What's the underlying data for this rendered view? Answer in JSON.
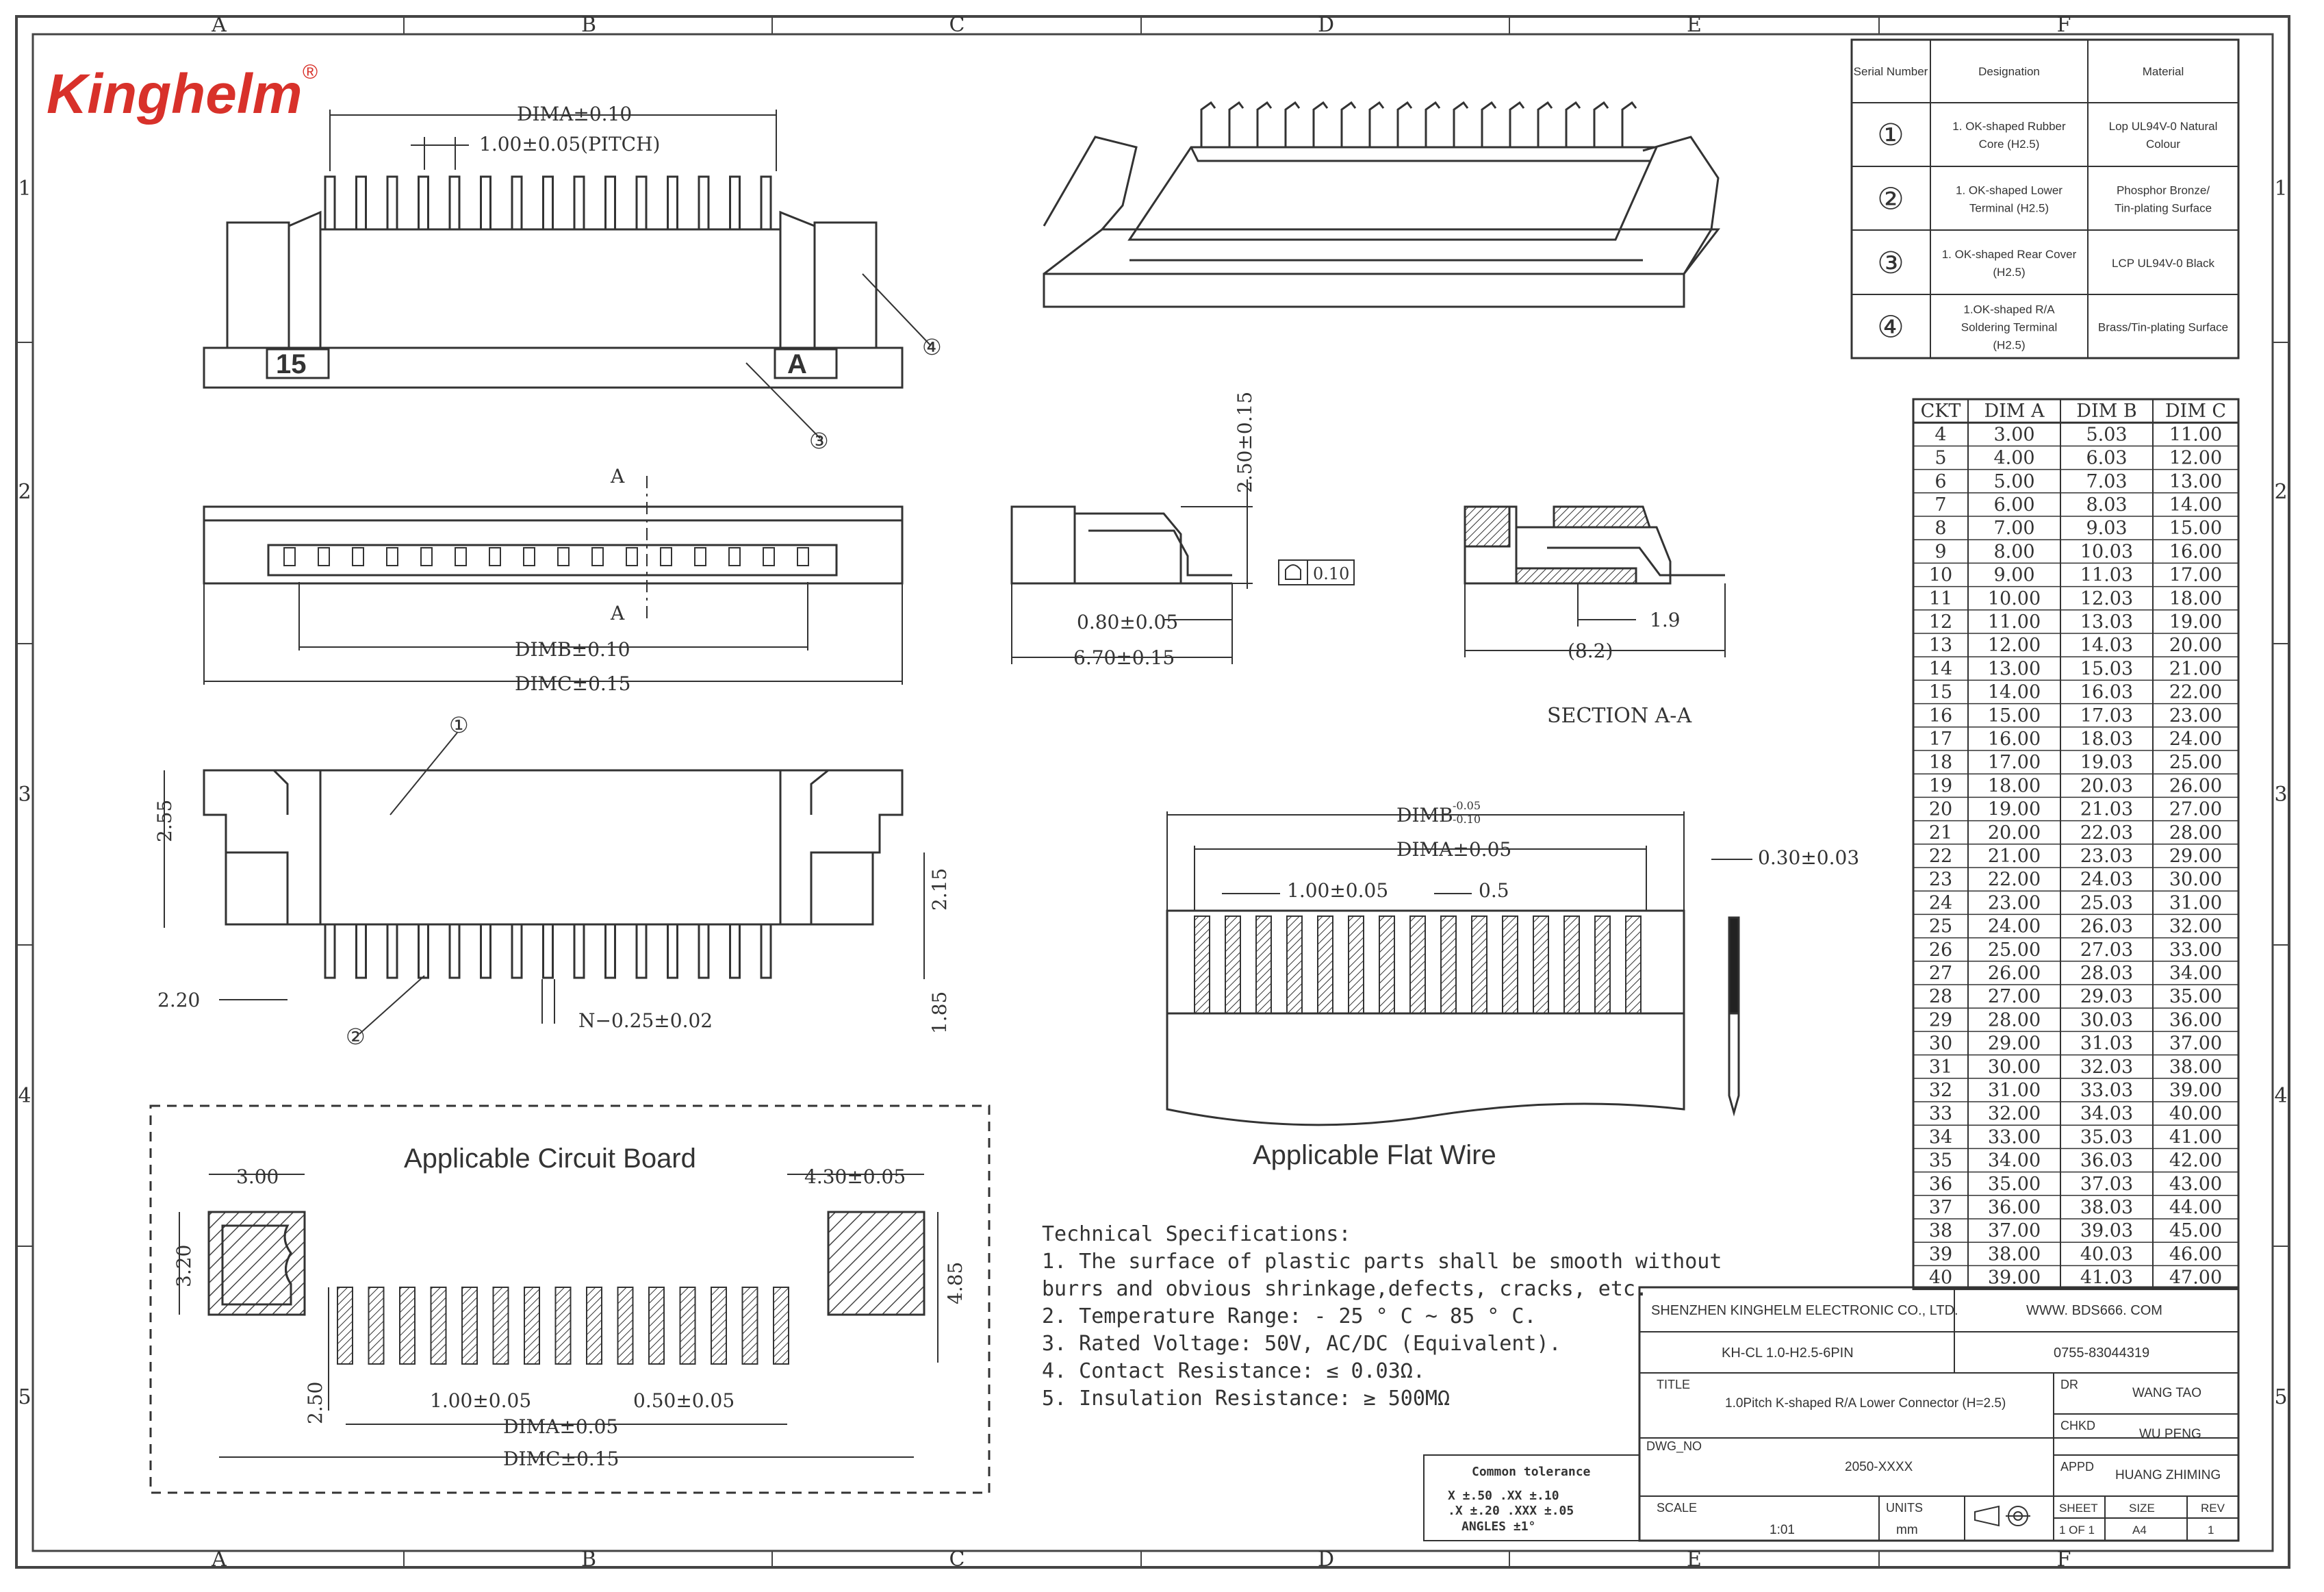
{
  "brand": {
    "logo_text": "Kinghelm",
    "registered": "®",
    "color": "#d8312a"
  },
  "grid": {
    "columns": [
      "A",
      "B",
      "C",
      "D",
      "E",
      "F"
    ],
    "rows": [
      "1",
      "2",
      "3",
      "4",
      "5"
    ]
  },
  "views": {
    "top": {
      "dim_a": "DIMA±0.10",
      "pitch": "1.00±0.05(PITCH)",
      "pin1": "15",
      "mark_a": "A",
      "callout_3": "③",
      "callout_4": "④"
    },
    "front": {
      "section_top": "A",
      "section_bottom": "A",
      "dim_b": "DIMB±0.10",
      "dim_c": "DIMC±0.15"
    },
    "side": {
      "height": "2.50±0.15",
      "flatness": "0.10",
      "offset": "0.80±0.05",
      "depth": "6.70±0.15"
    },
    "section": {
      "label": "SECTION A-A",
      "d1": "1.9",
      "d2": "(8.2)"
    },
    "bottom": {
      "callout_1": "①",
      "callout_2": "②",
      "d_255": "2.55",
      "d_215": "2.15",
      "d_220": "2.20",
      "d_185": "1.85",
      "pin_width": "N−0.25±0.02"
    },
    "flat_wire": {
      "title": "Applicable Flat Wire",
      "dim_b": "DIMB",
      "dim_b_tol_up": "-0.05",
      "dim_b_tol_dn": "-0.10",
      "dim_a": "DIMA±0.05",
      "pitch": "1.00±0.05",
      "gap": "0.5",
      "thickness": "0.30±0.03"
    },
    "circuit_board": {
      "title": "Applicable Circuit Board",
      "d_300": "3.00",
      "d_430": "4.30±0.05",
      "d_320": "3.20",
      "d_485": "4.85",
      "d_250": "2.50",
      "pitch": "1.00±0.05",
      "pad_w": "0.50±0.05",
      "dim_a": "DIMA±0.05",
      "dim_c": "DIMC±0.15"
    }
  },
  "materials": {
    "headers": [
      "Serial Number",
      "Designation",
      "Material"
    ],
    "rows": [
      {
        "no": "①",
        "designation": [
          "1. OK-shaped Rubber",
          "Core (H2.5)"
        ],
        "material": [
          "Lop UL94V-0 Natural",
          "Colour"
        ]
      },
      {
        "no": "②",
        "designation": [
          "1. OK-shaped Lower",
          "Terminal (H2.5)"
        ],
        "material": [
          "Phosphor Bronze/",
          "Tin-plating Surface"
        ]
      },
      {
        "no": "③",
        "designation": [
          "1. OK-shaped Rear Cover",
          "(H2.5)"
        ],
        "material": [
          "LCP UL94V-0 Black"
        ]
      },
      {
        "no": "④",
        "designation": [
          "1.OK-shaped R/A",
          "Soldering Terminal",
          "(H2.5)"
        ],
        "material": [
          "Brass/Tin-plating Surface"
        ]
      }
    ]
  },
  "dim_table": {
    "headers": [
      "CKT",
      "DIM A",
      "DIM B",
      "DIM C"
    ],
    "rows": [
      [
        "4",
        "3.00",
        "5.03",
        "11.00"
      ],
      [
        "5",
        "4.00",
        "6.03",
        "12.00"
      ],
      [
        "6",
        "5.00",
        "7.03",
        "13.00"
      ],
      [
        "7",
        "6.00",
        "8.03",
        "14.00"
      ],
      [
        "8",
        "7.00",
        "9.03",
        "15.00"
      ],
      [
        "9",
        "8.00",
        "10.03",
        "16.00"
      ],
      [
        "10",
        "9.00",
        "11.03",
        "17.00"
      ],
      [
        "11",
        "10.00",
        "12.03",
        "18.00"
      ],
      [
        "12",
        "11.00",
        "13.03",
        "19.00"
      ],
      [
        "13",
        "12.00",
        "14.03",
        "20.00"
      ],
      [
        "14",
        "13.00",
        "15.03",
        "21.00"
      ],
      [
        "15",
        "14.00",
        "16.03",
        "22.00"
      ],
      [
        "16",
        "15.00",
        "17.03",
        "23.00"
      ],
      [
        "17",
        "16.00",
        "18.03",
        "24.00"
      ],
      [
        "18",
        "17.00",
        "19.03",
        "25.00"
      ],
      [
        "19",
        "18.00",
        "20.03",
        "26.00"
      ],
      [
        "20",
        "19.00",
        "21.03",
        "27.00"
      ],
      [
        "21",
        "20.00",
        "22.03",
        "28.00"
      ],
      [
        "22",
        "21.00",
        "23.03",
        "29.00"
      ],
      [
        "23",
        "22.00",
        "24.03",
        "30.00"
      ],
      [
        "24",
        "23.00",
        "25.03",
        "31.00"
      ],
      [
        "25",
        "24.00",
        "26.03",
        "32.00"
      ],
      [
        "26",
        "25.00",
        "27.03",
        "33.00"
      ],
      [
        "27",
        "26.00",
        "28.03",
        "34.00"
      ],
      [
        "28",
        "27.00",
        "29.03",
        "35.00"
      ],
      [
        "29",
        "28.00",
        "30.03",
        "36.00"
      ],
      [
        "30",
        "29.00",
        "31.03",
        "37.00"
      ],
      [
        "31",
        "30.00",
        "32.03",
        "38.00"
      ],
      [
        "32",
        "31.00",
        "33.03",
        "39.00"
      ],
      [
        "33",
        "32.00",
        "34.03",
        "40.00"
      ],
      [
        "34",
        "33.00",
        "35.03",
        "41.00"
      ],
      [
        "35",
        "34.00",
        "36.03",
        "42.00"
      ],
      [
        "36",
        "35.00",
        "37.03",
        "43.00"
      ],
      [
        "37",
        "36.00",
        "38.03",
        "44.00"
      ],
      [
        "38",
        "37.00",
        "39.03",
        "45.00"
      ],
      [
        "39",
        "38.00",
        "40.03",
        "46.00"
      ],
      [
        "40",
        "39.00",
        "41.03",
        "47.00"
      ]
    ]
  },
  "specs": {
    "title": "Technical Specifications:",
    "lines": [
      "1. The surface of plastic parts shall be smooth without",
      "burrs and obvious shrinkage,defects, cracks, etc.",
      "2. Temperature Range: - 25 ° C ~ 85 ° C.",
      "3. Rated Voltage: 50V, AC/DC (Equivalent).",
      "4. Contact Resistance: ≤ 0.03Ω.",
      "5. Insulation Resistance: ≥ 500MΩ"
    ]
  },
  "tolerance": {
    "title": "Common tolerance",
    "line1": "X  ±.50    .XX  ±.10",
    "line2": ".X  ±.20   .XXX  ±.05",
    "line3": "ANGLES      ±1°"
  },
  "title_block": {
    "company": "SHENZHEN KINGHELM ELECTRONIC CO., LTD.",
    "website": "WWW. BDS666. COM",
    "part_no": "KH-CL 1.0-H2.5-6PIN",
    "phone": "0755-83044319",
    "title_label": "TITLE",
    "title": "1.0Pitch K-shaped R/A Lower Connector  (H=2.5)",
    "dr_label": "DR",
    "dr": "WANG TAO",
    "chkd_label": "CHKD",
    "chkd": "WU PENG",
    "appd_label": "APPD",
    "appd": "HUANG ZHIMING",
    "dwg_label": "DWG_NO",
    "dwg": "2050-XXXX",
    "scale_label": "SCALE",
    "scale": "1:01",
    "units_label": "UNITS",
    "units": "mm",
    "sheet_label": "SHEET",
    "sheet": "1 OF 1",
    "size_label": "SIZE",
    "size": "A4",
    "rev_label": "REV",
    "rev": "1"
  }
}
